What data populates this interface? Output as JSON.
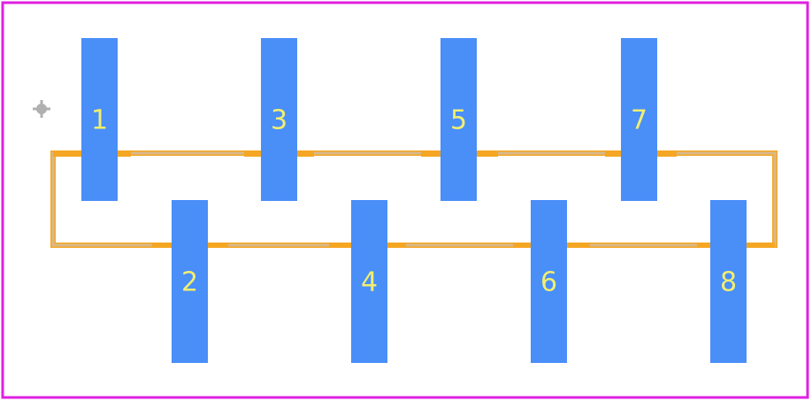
{
  "colors": {
    "boundary": "#e020e0",
    "pad": "#4a8ef8",
    "pad_label": "#f2ef6f",
    "silkscreen_outer": "#f5a623",
    "silkscreen_inner": "#d9b98a",
    "origin_marker": "#b0b0b0"
  },
  "pads": [
    {
      "label": "1",
      "row": "top",
      "column": 0
    },
    {
      "label": "2",
      "row": "bottom",
      "column": 0
    },
    {
      "label": "3",
      "row": "top",
      "column": 1
    },
    {
      "label": "4",
      "row": "bottom",
      "column": 1
    },
    {
      "label": "5",
      "row": "top",
      "column": 2
    },
    {
      "label": "6",
      "row": "bottom",
      "column": 2
    },
    {
      "label": "7",
      "row": "top",
      "column": 3
    },
    {
      "label": "8",
      "row": "bottom",
      "column": 3
    }
  ],
  "icons": {
    "origin_marker": "crosshair-icon"
  }
}
